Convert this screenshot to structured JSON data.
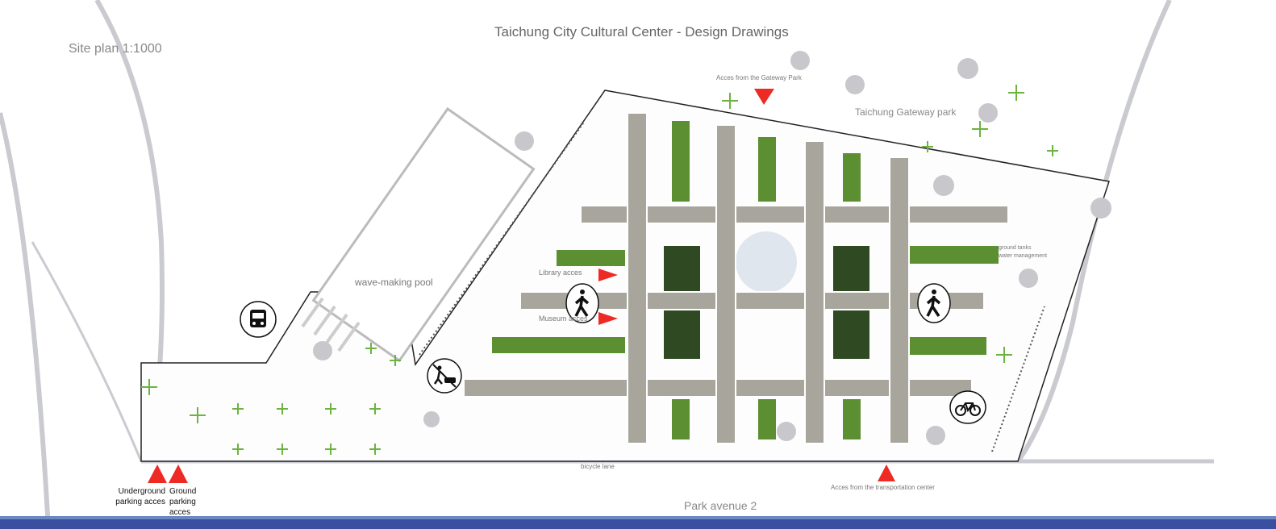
{
  "title": "Taichung City Cultural Center -  Design Drawings",
  "scale_label": "Site plan 1:1000",
  "labels": {
    "gateway_access": "Acces from the Gateway Park",
    "gateway_park": "Taichung Gateway park",
    "pool": "wave-making pool",
    "library_access": "Library acces",
    "museum_access": "Museum acces",
    "tanks_line1": "ground tanks",
    "tanks_line2": "water management",
    "bicycle_lane": "bicycle lane",
    "transport_access": "Acces from the transportation center",
    "street": "Park avenue 2",
    "underground_parking": "Underground parking acces",
    "ground_parking": "Ground parking acces"
  },
  "icons": [
    "bus-icon",
    "pedestrian-icon",
    "no-car-icon",
    "bicycle-icon",
    "access-arrow-icon"
  ],
  "colors": {
    "arrow": "#ee2a24",
    "walkway": "#a8a69c",
    "green": "#6db33f",
    "tree": "#c8c8cc",
    "footer": "#3b4fa0"
  }
}
